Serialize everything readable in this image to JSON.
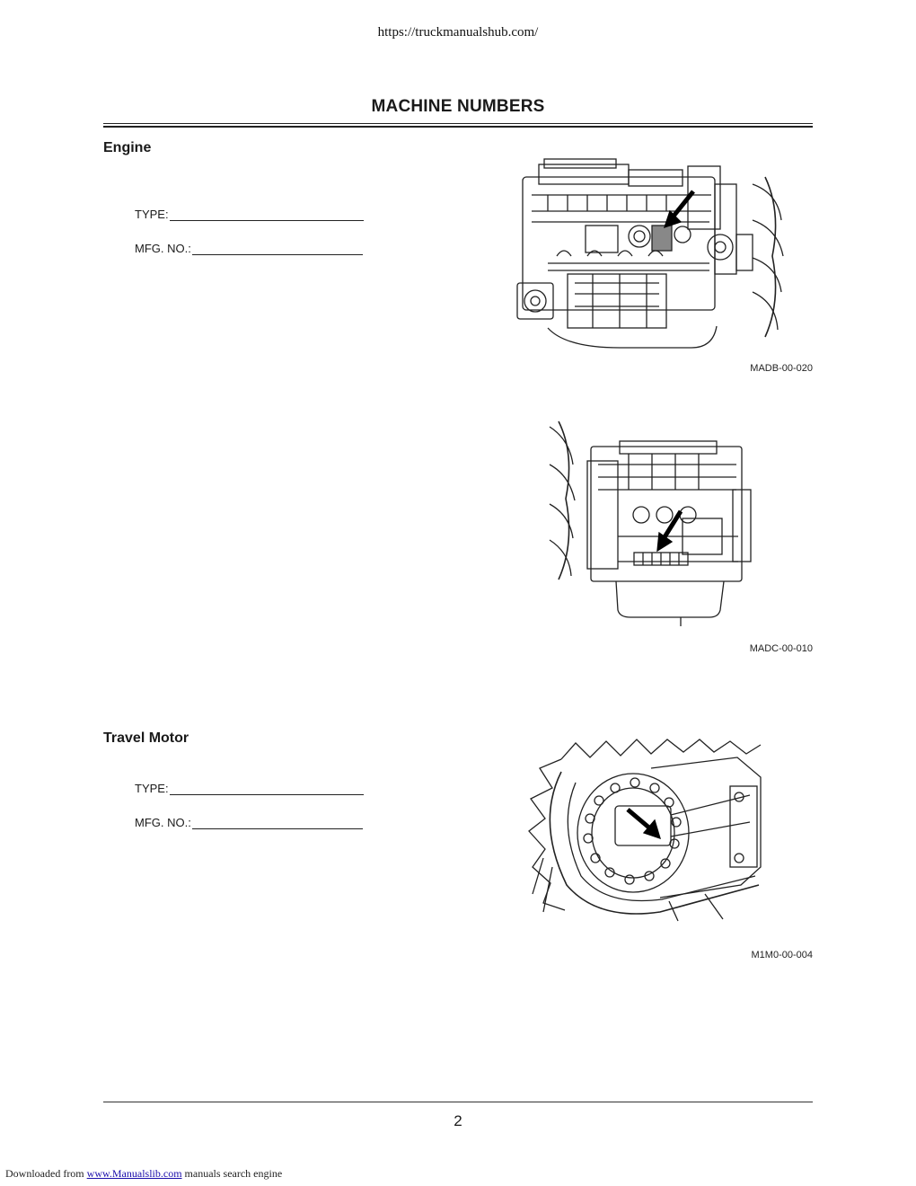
{
  "header": {
    "url_text": "https://truckmanualshub.com/"
  },
  "page": {
    "title": "MACHINE NUMBERS",
    "number": "2"
  },
  "sections": {
    "engine": {
      "heading": "Engine",
      "type_label": "TYPE:",
      "mfg_label": "MFG. NO.:",
      "figure1_caption": "MADB-00-020",
      "figure2_caption": "MADC-00-010"
    },
    "travel_motor": {
      "heading": "Travel Motor",
      "type_label": "TYPE:",
      "mfg_label": "MFG. NO.:",
      "figure_caption": "M1M0-00-004"
    }
  },
  "footer": {
    "prefix": "Downloaded from ",
    "link_text": "www.Manualslib.com",
    "suffix": " manuals search engine"
  }
}
